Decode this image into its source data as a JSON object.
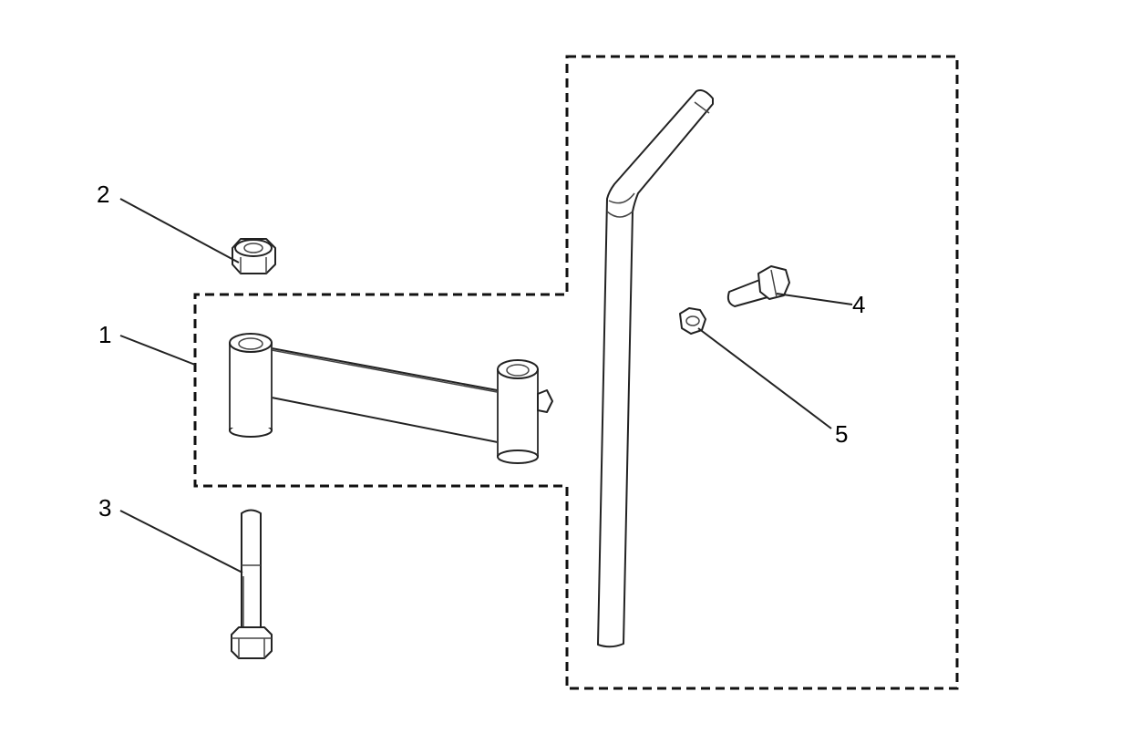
{
  "diagram": {
    "callouts": [
      {
        "id": "1",
        "label": "1"
      },
      {
        "id": "2",
        "label": "2"
      },
      {
        "id": "3",
        "label": "3"
      },
      {
        "id": "4",
        "label": "4"
      },
      {
        "id": "5",
        "label": "5"
      }
    ],
    "parts": {
      "1": "bracket-arm",
      "2": "lock-nut",
      "3": "hex-bolt",
      "4": "threaded-tee-bolt",
      "5": "hex-nut",
      "6": "bent-tube"
    },
    "colors": {
      "line": "#222222",
      "background": "#ffffff"
    }
  }
}
